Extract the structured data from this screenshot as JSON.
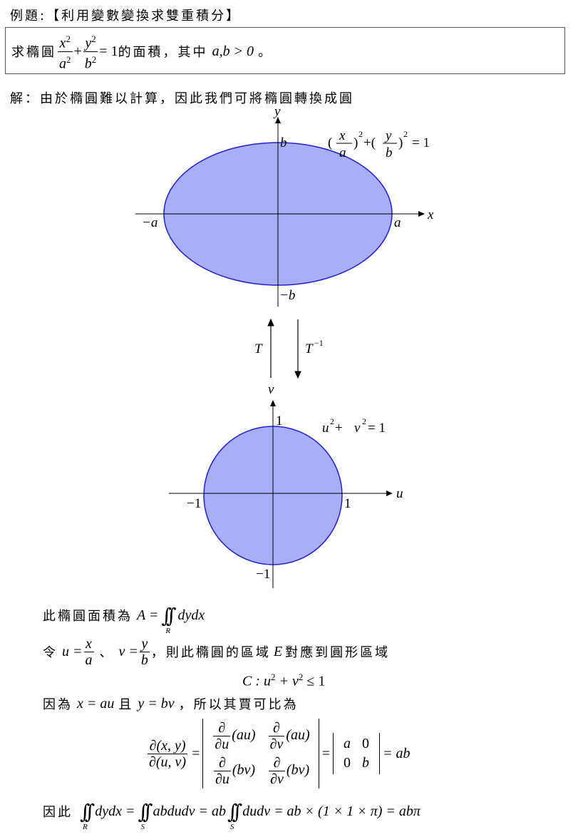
{
  "header": {
    "title": "例題:【利用變數變換求雙重積分】"
  },
  "problem": {
    "prefix": "求橢圓",
    "frac1_num": "x",
    "frac1_den": "a",
    "plus": "+",
    "frac2_num": "y",
    "frac2_den": "b",
    "eq": "= 1",
    "suffix": "的面積，其中",
    "cond": "a,b > 0",
    "end": "。"
  },
  "solution": {
    "intro": "解：由於橢圓難以計算，因此我們可將橢圓轉換成圓"
  },
  "ellipse_fig": {
    "y_axis": "y",
    "x_axis": "x",
    "b": "b",
    "neg_b": "−b",
    "a": "a",
    "neg_a": "−a",
    "eq_open1": "(",
    "eq_x": "x",
    "eq_a": "a",
    "eq_close1": ")",
    "eq_plus": "+(",
    "eq_y": "y",
    "eq_b": "b",
    "eq_close2": ")",
    "eq_rhs": "= 1",
    "exp": "2",
    "fill": "#a9aef8",
    "stroke": "#1f1fd6"
  },
  "arrows": {
    "T": "T",
    "T_inv": "T",
    "inv_exp": "−1"
  },
  "circle_fig": {
    "v_axis": "v",
    "u_axis": "u",
    "one_top": "1",
    "neg_one_bottom": "−1",
    "one_right": "1",
    "neg_one_left": "−1",
    "eq_u": "u",
    "eq_plus": " + ",
    "eq_v": "v",
    "eq_rhs": "= 1",
    "exp": "2"
  },
  "area": {
    "label": "此橢圓面積為",
    "A": "A =",
    "integrand": "dydx",
    "region": "R"
  },
  "substitution": {
    "label": "令",
    "u_eq": "u =",
    "x": "x",
    "a": "a",
    "sep": "、",
    "v_eq": "v =",
    "y": "y",
    "b": "b",
    "rest": "，則此橢圓的區域",
    "E": "E",
    "rest2": "對應到圓形區域"
  },
  "region_C": {
    "text": "C : u",
    "plus": " + v",
    "leq": " ≤ 1",
    "exp": "2"
  },
  "jacobian_intro": {
    "label": "因為",
    "x_eq": "x = au",
    "and": "且",
    "y_eq": "y = bv",
    "rest": "，所以其賈可比為"
  },
  "jacobian": {
    "num": "∂(x, y)",
    "den": "∂(u, v)",
    "eq": "=",
    "d": "∂",
    "du": "∂u",
    "dv": "∂v",
    "au": "(au)",
    "bv": "(bv)",
    "m11": "a",
    "m12": "0",
    "m21": "0",
    "m22": "b",
    "result": "= ab"
  },
  "final": {
    "label": "因此",
    "i1": "dydx =",
    "r1": "R",
    "i2": "abdudv = ab",
    "r2": "S",
    "i3": "dudv = ab × (1 × 1 × π) = abπ",
    "r3": "S"
  }
}
